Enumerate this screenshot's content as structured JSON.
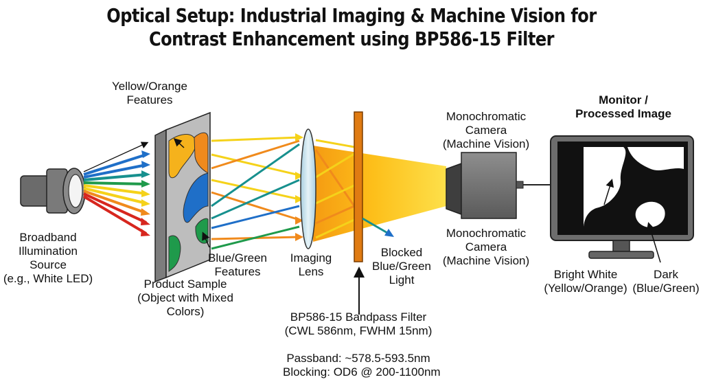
{
  "title": {
    "line1": "Optical Setup: Industrial Imaging & Machine Vision for",
    "line2": "Contrast Enhancement using BP586-15 Filter"
  },
  "labels": {
    "source": [
      "Broadband",
      "Illumination",
      "Source",
      "(e.g., White LED)"
    ],
    "yellow_features": [
      "Yellow/Orange",
      "Features"
    ],
    "blue_green_features": [
      "Blue/Green",
      "Features"
    ],
    "product_sample": [
      "Product Sample",
      "(Object with Mixed",
      "Colors)"
    ],
    "imaging_lens": [
      "Imaging",
      "Lens"
    ],
    "blocked_light": [
      "Blocked",
      "Blue/Green",
      "Light"
    ],
    "filter": [
      "BP586-15 Bandpass Filter",
      "(CWL 586nm, FWHM 15nm)"
    ],
    "passband": "Passband: ~578.5-593.5nm",
    "blocking": "Blocking: OD6 @ 200-1100nm",
    "camera_top": [
      "Monochromatic",
      "Camera",
      "(Machine Vision)"
    ],
    "camera_bottom": [
      "Monochromatic",
      "Camera",
      "(Machine Vision)"
    ],
    "monitor": [
      "Monitor /",
      "Processed Image"
    ],
    "bright_white": [
      "Bright White",
      "(Yellow/Orange)"
    ],
    "dark": [
      "Dark",
      "(Blue/Green)"
    ]
  },
  "colors": {
    "yellow": "#f5d21a",
    "orange": "#f08a1c",
    "red": "#d7261e",
    "green": "#1f9a4b",
    "teal": "#17908e",
    "blue": "#1f6fc8",
    "filter": "#e07b12",
    "lens": "#cfe6ef",
    "sample_gray": "#bdbdbd"
  }
}
